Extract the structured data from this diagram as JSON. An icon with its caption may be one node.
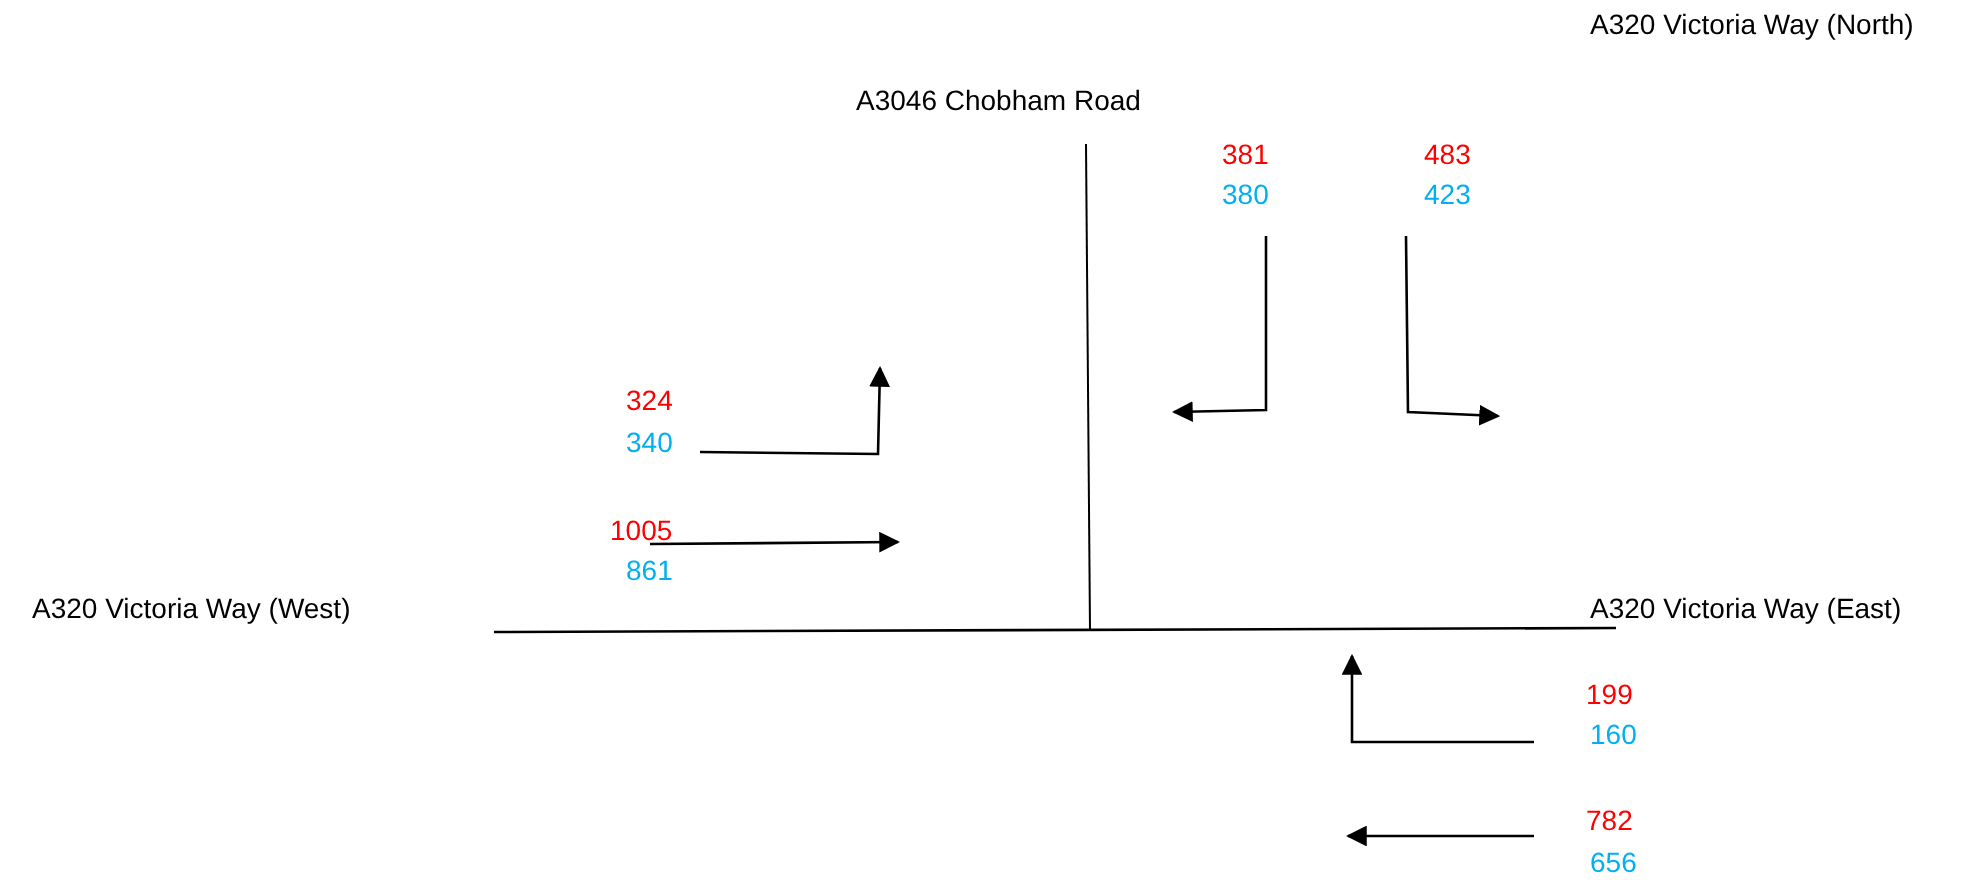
{
  "diagram": {
    "labels": [
      "A320 Victoria Way (North)",
      "A3046 Chobham Road",
      "381",
      "483",
      "380",
      "423",
      "324",
      "340",
      "1005",
      "861",
      "A320 Victoria Way (West)",
      "A320 Victoria Way (East)",
      "199",
      "160",
      "782",
      "656"
    ]
  }
}
